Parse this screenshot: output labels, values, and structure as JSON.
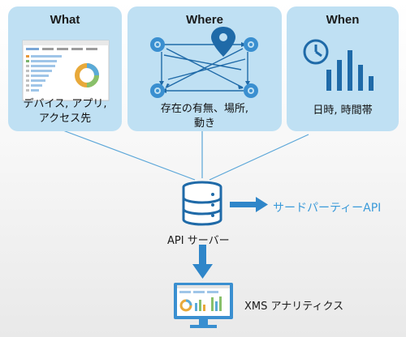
{
  "cards": {
    "what": {
      "title": "What",
      "lines": [
        "デバイス, アプリ,",
        "アクセス先"
      ]
    },
    "where": {
      "title": "Where",
      "lines": [
        "存在の有無、場所,",
        "動き"
      ]
    },
    "when": {
      "title": "When",
      "lines": [
        "日時, 時間帯"
      ]
    }
  },
  "server": {
    "label": "API サーバー"
  },
  "third_party": {
    "label": "サードパーティーAPI"
  },
  "analytics": {
    "label": "XMS アナリティクス"
  },
  "colors": {
    "card_bg": "#bfe0f3",
    "accent_blue": "#2f86c9",
    "icon_blue": "#3a8fd0",
    "connector_blue": "#5aa6d8"
  }
}
